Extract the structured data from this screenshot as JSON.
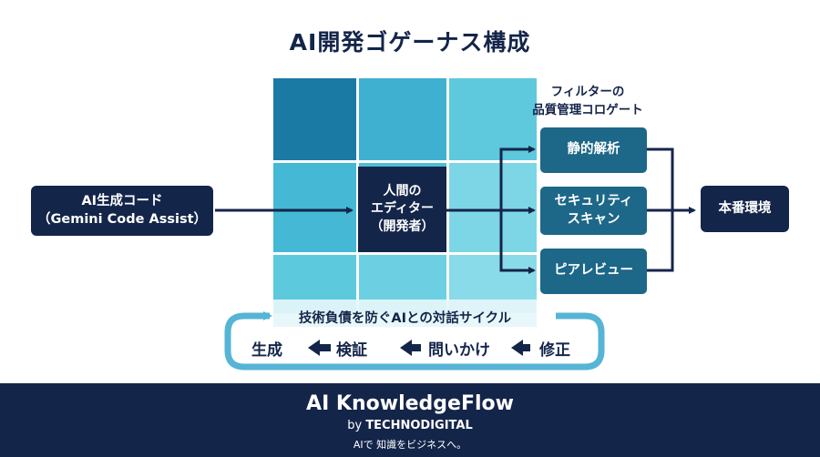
{
  "title": "AI開発ゴゲーナス構成",
  "source": {
    "line1": "AI生成コード",
    "line2": "（Gemini Code Assist）"
  },
  "human": {
    "line1": "人間の",
    "line2": "エディター",
    "line3": "（開発者）"
  },
  "filter": {
    "title_line1": "フィルターの",
    "title_line2": "品質管理コロゲート",
    "gate1": "静的解析",
    "gate2_line1": "セキュリティ",
    "gate2_line2": "スキャン",
    "gate3": "ピアレビュー"
  },
  "production": "本番環境",
  "cycle": {
    "title": "技術負債を防ぐAIとの対話サイクル",
    "steps": [
      "生成",
      "検証",
      "問いかけ",
      "修正"
    ]
  },
  "footer": {
    "title": "AI KnowledgeFlow",
    "by_prefix": "by ",
    "by_brand": "TECHNODIGITAL",
    "tagline": "AIで 知識をビジネスへ。"
  },
  "colors": {
    "navy": "#14254a",
    "teal": "#1d6788",
    "grid_light": [
      "#5cc9dd",
      "#4fbdd5",
      "#7dd6e6"
    ],
    "grid_dark": "#1b7aa3",
    "cycle_arrow": "#56b4d6"
  }
}
